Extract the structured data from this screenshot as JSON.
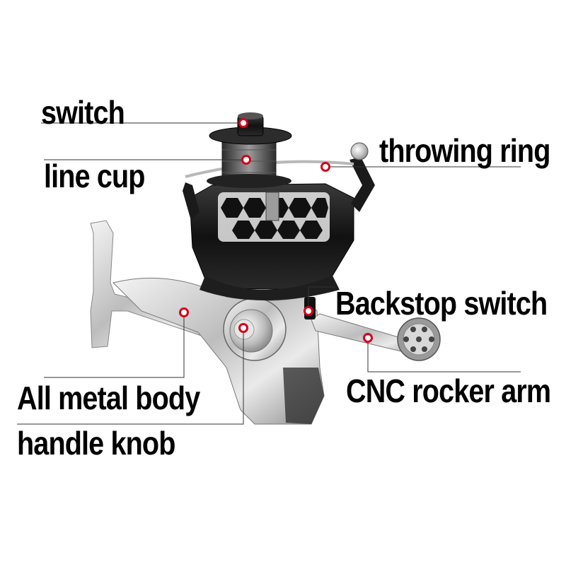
{
  "labels": {
    "switch": "switch",
    "line_cup": "line cup",
    "throwing_ring": "throwing ring",
    "backstop_switch": "Backstop switch",
    "cnc_rocker_arm": "CNC rocker arm",
    "all_metal_body": "All metal body",
    "handle_knob": "handle knob"
  },
  "colors": {
    "marker": "#d4001a",
    "leader_line": "#333333",
    "reel_dark": "#141414",
    "reel_silver": "#c8c8c8"
  }
}
